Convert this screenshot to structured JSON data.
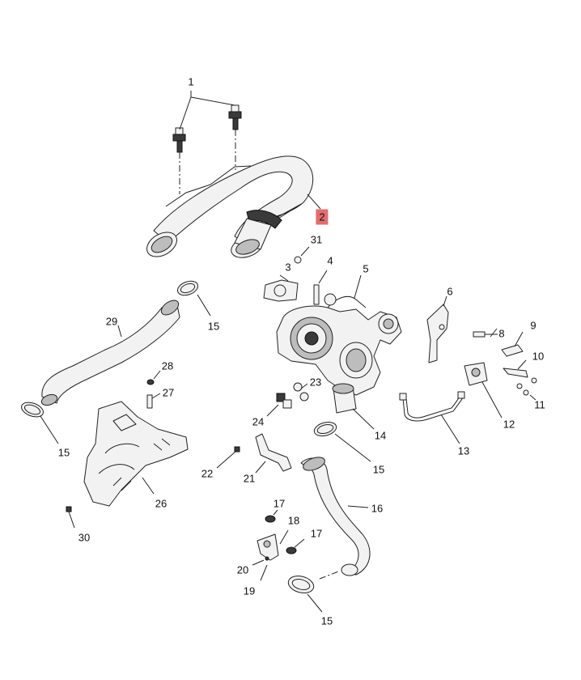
{
  "diagram": {
    "highlight_color": "#e36c6c",
    "callouts": [
      {
        "id": "c1",
        "text": "1"
      },
      {
        "id": "c2",
        "text": "2",
        "highlighted": true
      },
      {
        "id": "c31",
        "text": "31"
      },
      {
        "id": "c3",
        "text": "3"
      },
      {
        "id": "c4",
        "text": "4"
      },
      {
        "id": "c5",
        "text": "5"
      },
      {
        "id": "c6",
        "text": "6"
      },
      {
        "id": "c8",
        "text": "8"
      },
      {
        "id": "c9",
        "text": "9"
      },
      {
        "id": "c10",
        "text": "10"
      },
      {
        "id": "c11",
        "text": "11"
      },
      {
        "id": "c12",
        "text": "12"
      },
      {
        "id": "c13",
        "text": "13"
      },
      {
        "id": "c14",
        "text": "14"
      },
      {
        "id": "c15a",
        "text": "15"
      },
      {
        "id": "c15b",
        "text": "15"
      },
      {
        "id": "c15c",
        "text": "15"
      },
      {
        "id": "c15d",
        "text": "15"
      },
      {
        "id": "c16",
        "text": "16"
      },
      {
        "id": "c17a",
        "text": "17"
      },
      {
        "id": "c17b",
        "text": "17"
      },
      {
        "id": "c18",
        "text": "18"
      },
      {
        "id": "c19",
        "text": "19"
      },
      {
        "id": "c20",
        "text": "20"
      },
      {
        "id": "c21",
        "text": "21"
      },
      {
        "id": "c22",
        "text": "22"
      },
      {
        "id": "c23",
        "text": "23"
      },
      {
        "id": "c24",
        "text": "24"
      },
      {
        "id": "c26",
        "text": "26"
      },
      {
        "id": "c27",
        "text": "27"
      },
      {
        "id": "c28",
        "text": "28"
      },
      {
        "id": "c29",
        "text": "29"
      },
      {
        "id": "c30",
        "text": "30"
      }
    ]
  }
}
